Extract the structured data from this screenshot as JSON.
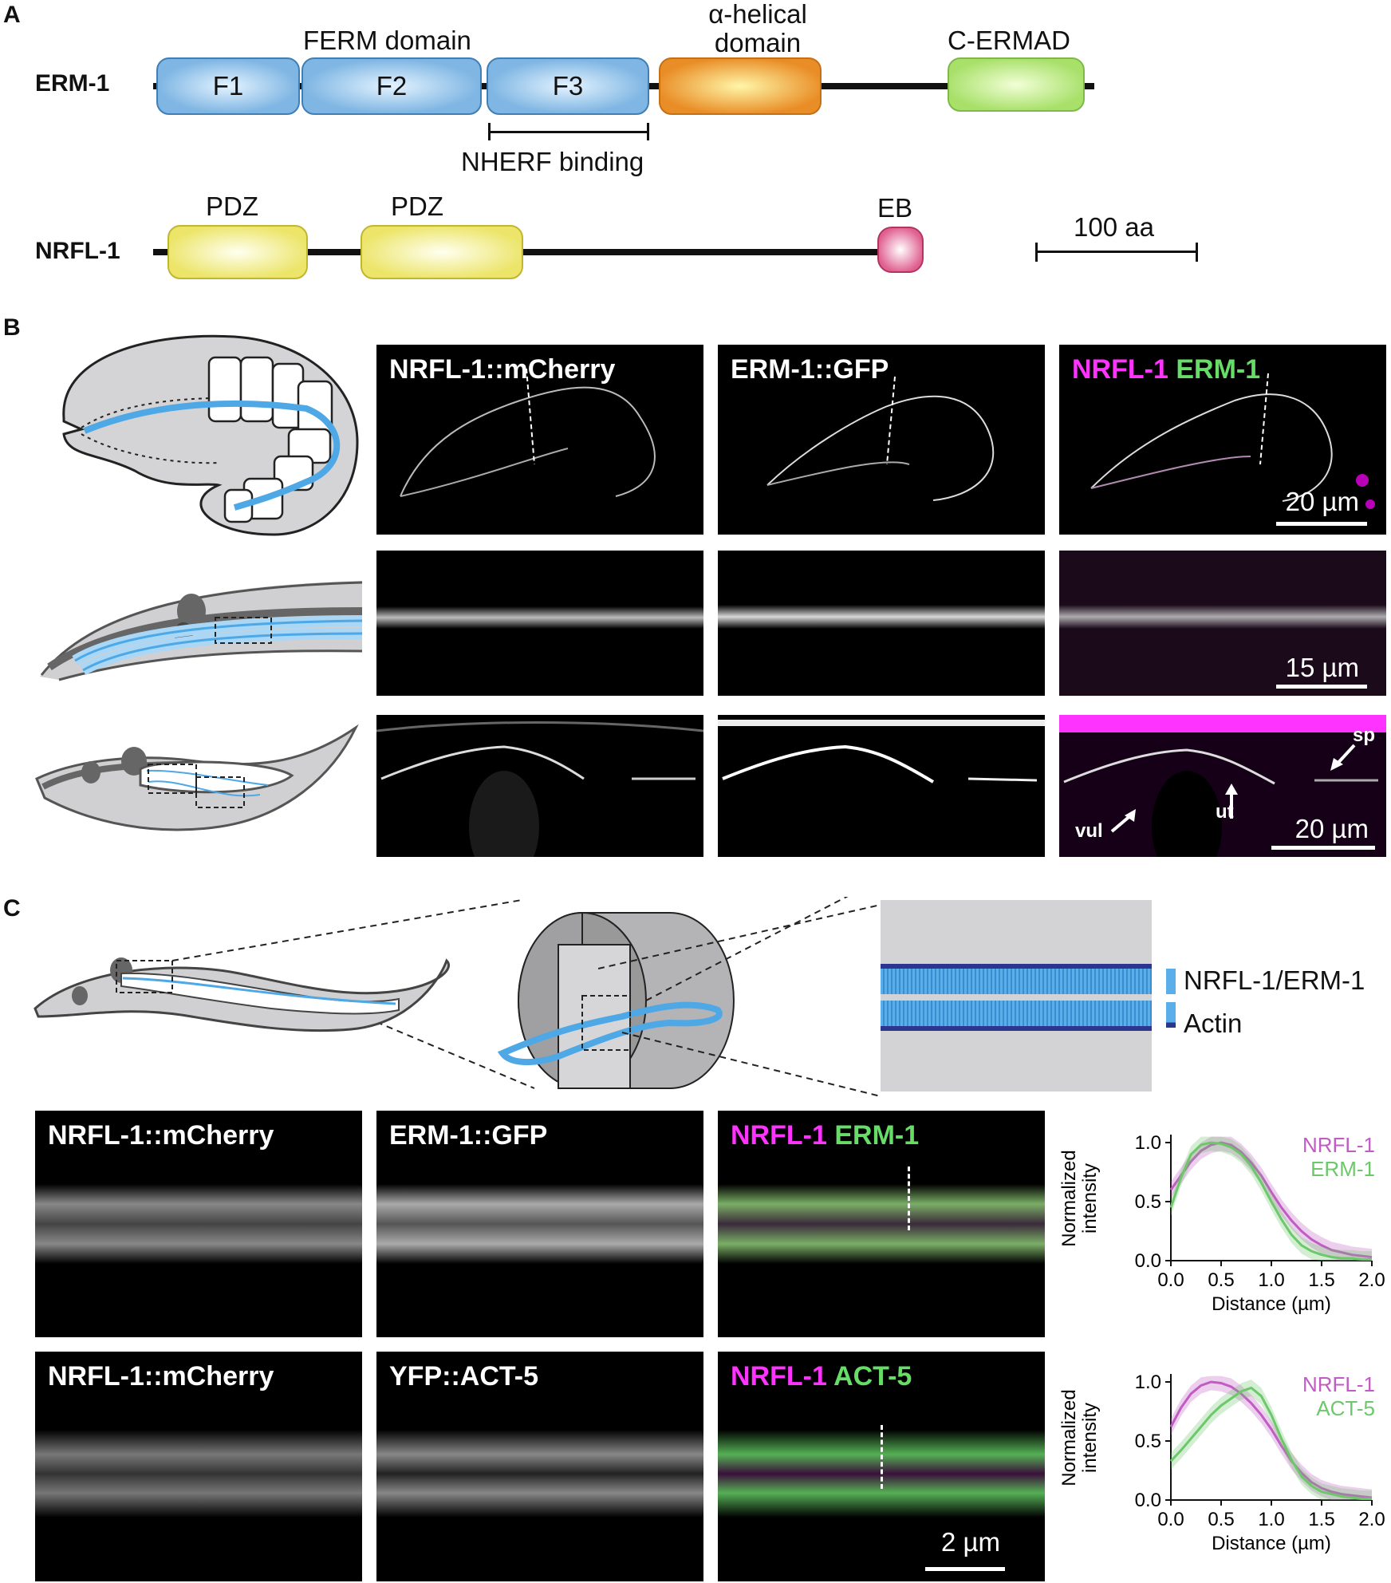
{
  "panels": {
    "a": "A",
    "b": "B",
    "c": "C"
  },
  "panel_a": {
    "erm1": {
      "name": "ERM-1",
      "ferm_label": "FERM domain",
      "domains": [
        "F1",
        "F2",
        "F3"
      ],
      "helical_label_1": "α-helical",
      "helical_label_2": "domain",
      "cermad_label": "C-ERMAD",
      "nherf_label": "NHERF binding"
    },
    "nrfl1": {
      "name": "NRFL-1",
      "pdz1_label": "PDZ",
      "pdz2_label": "PDZ",
      "eb_label": "EB"
    },
    "scale_label": "100 aa",
    "colors": {
      "ferm": "#7fb6e3",
      "helical": "#e98d26",
      "cermad": "#a8e06a",
      "pdz": "#ece56a",
      "eb": "#e0608f"
    }
  },
  "panel_b": {
    "col_titles": [
      "NRFL-1::mCherry",
      "ERM-1::GFP"
    ],
    "merge_nrfl": "NRFL-1",
    "merge_erm": "ERM-1",
    "scales": [
      "20 µm",
      "15 µm",
      "20 µm"
    ],
    "arrows": {
      "sp": "sp",
      "ut": "ut",
      "vul": "vul"
    }
  },
  "panel_c": {
    "legend_nrfl_erm": "NRFL-1/ERM-1",
    "legend_actin": "Actin",
    "row1_titles": [
      "NRFL-1::mCherry",
      "ERM-1::GFP"
    ],
    "row1_merge": {
      "a": "NRFL-1",
      "b": "ERM-1"
    },
    "row2_titles": [
      "NRFL-1::mCherry",
      "YFP::ACT-5"
    ],
    "row2_merge": {
      "a": "NRFL-1",
      "b": "ACT-5"
    },
    "scale": "2 µm"
  },
  "chart_data": [
    {
      "type": "line",
      "xlabel": "Distance (µm)",
      "ylabel": "Normalized intensity",
      "xlim": [
        0.0,
        2.0
      ],
      "ylim": [
        0.0,
        1.0
      ],
      "xticks": [
        "0.0",
        "0.5",
        "1.0",
        "1.5",
        "2.0"
      ],
      "yticks": [
        "0.0",
        "0.5",
        "1.0"
      ],
      "x": [
        0.0,
        0.1,
        0.2,
        0.3,
        0.4,
        0.5,
        0.6,
        0.7,
        0.8,
        0.9,
        1.0,
        1.1,
        1.2,
        1.3,
        1.4,
        1.5,
        1.6,
        1.7,
        1.8,
        1.9,
        2.0
      ],
      "series": [
        {
          "name": "NRFL-1",
          "color": "#c05cc4",
          "values": [
            0.6,
            0.72,
            0.84,
            0.93,
            0.98,
            1.0,
            0.98,
            0.92,
            0.83,
            0.72,
            0.58,
            0.45,
            0.34,
            0.25,
            0.18,
            0.13,
            0.09,
            0.07,
            0.05,
            0.04,
            0.03
          ]
        },
        {
          "name": "ERM-1",
          "color": "#6cc86a",
          "values": [
            0.45,
            0.7,
            0.9,
            0.98,
            1.0,
            0.99,
            0.96,
            0.9,
            0.8,
            0.66,
            0.5,
            0.35,
            0.22,
            0.13,
            0.08,
            0.05,
            0.03,
            0.02,
            0.02,
            0.01,
            0.01
          ]
        }
      ]
    },
    {
      "type": "line",
      "xlabel": "Distance (µm)",
      "ylabel": "Normalized intensity",
      "xlim": [
        0.0,
        2.0
      ],
      "ylim": [
        0.0,
        1.0
      ],
      "xticks": [
        "0.0",
        "0.5",
        "1.0",
        "1.5",
        "2.0"
      ],
      "yticks": [
        "0.0",
        "0.5",
        "1.0"
      ],
      "x": [
        0.0,
        0.1,
        0.2,
        0.3,
        0.4,
        0.5,
        0.6,
        0.7,
        0.8,
        0.9,
        1.0,
        1.1,
        1.2,
        1.3,
        1.4,
        1.5,
        1.6,
        1.7,
        1.8,
        1.9,
        2.0
      ],
      "series": [
        {
          "name": "NRFL-1",
          "color": "#c05cc4",
          "values": [
            0.62,
            0.78,
            0.9,
            0.97,
            1.0,
            0.99,
            0.96,
            0.9,
            0.82,
            0.72,
            0.6,
            0.46,
            0.33,
            0.23,
            0.15,
            0.1,
            0.07,
            0.05,
            0.04,
            0.03,
            0.02
          ]
        },
        {
          "name": "ACT-5",
          "color": "#6cc86a",
          "values": [
            0.33,
            0.42,
            0.52,
            0.62,
            0.72,
            0.8,
            0.86,
            0.92,
            0.95,
            0.88,
            0.72,
            0.52,
            0.34,
            0.2,
            0.12,
            0.07,
            0.05,
            0.03,
            0.02,
            0.01,
            0.01
          ]
        }
      ]
    }
  ]
}
